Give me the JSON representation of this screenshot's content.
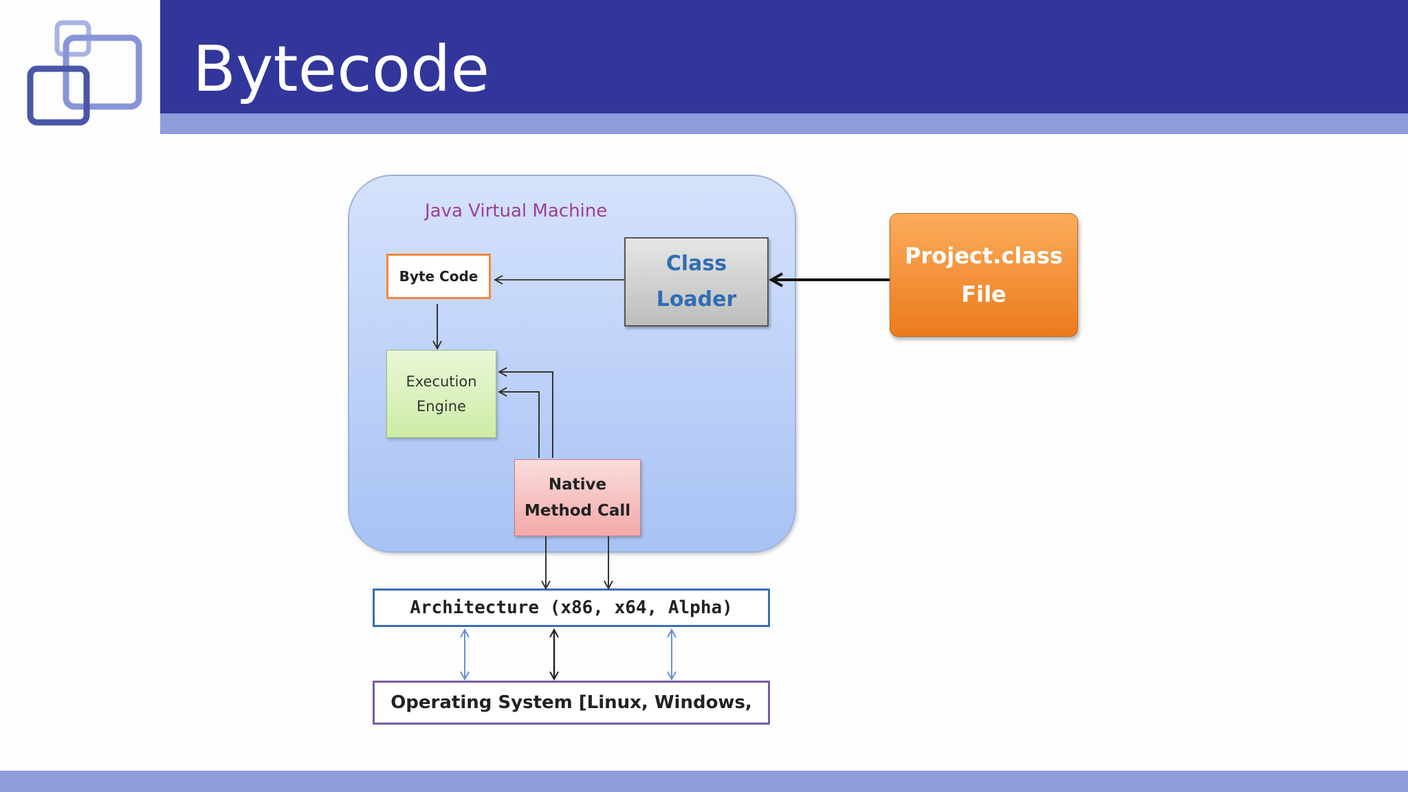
{
  "slide": {
    "title": "Bytecode",
    "logo_icon": "overlapping-squares-icon"
  },
  "diagram": {
    "container_label": "Java Virtual Machine",
    "nodes": {
      "byte_code": "Byte Code",
      "class_loader": "Class\nLoader",
      "execution_engine": "Execution\nEngine",
      "native_method_call": "Native\nMethod Call",
      "project_class_file": "Project.class\nFile",
      "architecture": "Architecture (x86, x64, Alpha)",
      "operating_system": "Operating System [Linux, Windows,"
    },
    "edges": [
      {
        "from": "project_class_file",
        "to": "class_loader"
      },
      {
        "from": "class_loader",
        "to": "byte_code"
      },
      {
        "from": "byte_code",
        "to": "execution_engine"
      },
      {
        "from": "native_method_call",
        "to": "execution_engine"
      },
      {
        "from": "native_method_call",
        "to": "execution_engine"
      },
      {
        "from": "native_method_call",
        "to": "architecture"
      },
      {
        "from": "native_method_call",
        "to": "architecture"
      },
      {
        "from": "architecture",
        "to": "operating_system",
        "bidirectional": true
      },
      {
        "from": "architecture",
        "to": "operating_system",
        "bidirectional": true
      },
      {
        "from": "architecture",
        "to": "operating_system",
        "bidirectional": true
      }
    ],
    "colors": {
      "header": "#32369a",
      "accent": "#8f9bdb",
      "jvm_label": "#9b3f9b",
      "class_loader_text": "#2f6db3",
      "project_class_fill": "#ec7a1c"
    }
  }
}
